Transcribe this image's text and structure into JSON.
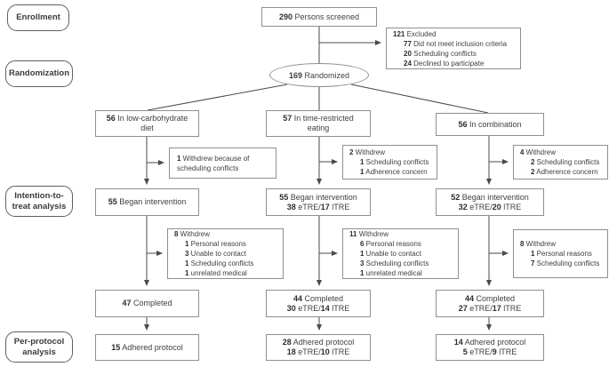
{
  "stage_labels": {
    "enrollment": [
      "Enrollment"
    ],
    "randomization": [
      "Randomization"
    ],
    "intention_to_treat": [
      "Intention-to-",
      "treat analysis"
    ],
    "per_protocol": [
      "Per-protocol",
      "analysis"
    ]
  },
  "nodes": {
    "screened": {
      "lines": [
        "290 Persons screened"
      ]
    },
    "excluded": {
      "lines": [
        "121 Excluded",
        "77 Did not meet inclusion criteria",
        "20 Scheduling conflicts",
        "24 Declined to participate"
      ]
    },
    "randomized": {
      "lines": [
        "169 Randomized"
      ]
    },
    "arm_low_carb": {
      "lines": [
        "56 In low-carbohydrate",
        "diet"
      ]
    },
    "arm_tre": {
      "lines": [
        "57 In time-restricted",
        "eating"
      ]
    },
    "arm_combo": {
      "lines": [
        "56 In combination"
      ]
    },
    "withdrew_low_carb_1": {
      "lines": [
        "1 Withdrew because of",
        "scheduling conflicts"
      ]
    },
    "withdrew_tre_1": {
      "lines": [
        "2 Withdrew",
        "1 Scheduling conflicts",
        "1 Adherence concern"
      ]
    },
    "withdrew_combo_1": {
      "lines": [
        "4 Withdrew",
        "2 Scheduling conflicts",
        "2 Adherence concern"
      ]
    },
    "began_low_carb": {
      "lines": [
        "55 Began intervention"
      ]
    },
    "began_tre": {
      "lines": [
        "55 Began intervention",
        "38 eTRE/17 lTRE"
      ]
    },
    "began_combo": {
      "lines": [
        "52 Began intervention",
        "32 eTRE/20 lTRE"
      ]
    },
    "withdrew_low_carb_2": {
      "lines": [
        "8 Withdrew",
        "1 Personal reasons",
        "3 Unable to contact",
        "1 Scheduling conflicts",
        "1 unrelated medical"
      ]
    },
    "withdrew_tre_2": {
      "lines": [
        "11 Withdrew",
        "6 Personal reasons",
        "1 Unable to contact",
        "3 Scheduling conflicts",
        "1 unrelated medical"
      ]
    },
    "withdrew_combo_2": {
      "lines": [
        "8 Withdrew",
        "1 Personal reasons",
        "7 Scheduling conflicts"
      ]
    },
    "completed_low_carb": {
      "lines": [
        "47 Completed"
      ]
    },
    "completed_tre": {
      "lines": [
        "44 Completed",
        "30 eTRE/14 lTRE"
      ]
    },
    "completed_combo": {
      "lines": [
        "44 Completed",
        "27 eTRE/17 lTRE"
      ]
    },
    "adhered_low_carb": {
      "lines": [
        "15 Adhered protocol"
      ]
    },
    "adhered_tre": {
      "lines": [
        "28 Adhered protocol",
        "18 eTRE/10 lTRE"
      ]
    },
    "adhered_combo": {
      "lines": [
        "14 Adhered protocol",
        "5 eTRE/9 lTRE"
      ]
    }
  },
  "colors": {
    "box_border": "#8f8f8f",
    "stage_border": "#5f5f5f",
    "line": "#4a4a4a",
    "text": "#3f3f3f"
  }
}
